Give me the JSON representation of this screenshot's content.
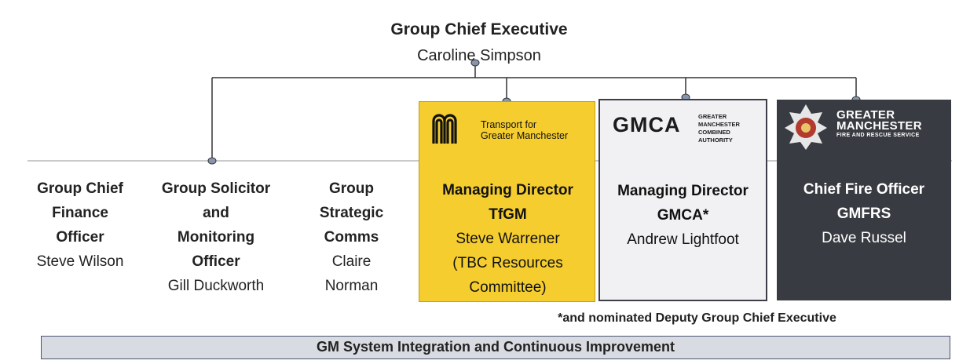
{
  "head": {
    "title": "Group Chief Executive",
    "name": "Caroline Simpson"
  },
  "columns": [
    {
      "title": [
        "Group Chief",
        "Finance",
        "Officer"
      ],
      "name": [
        "Steve Wilson"
      ]
    },
    {
      "title": [
        "Group Solicitor",
        "and",
        "Monitoring",
        "Officer"
      ],
      "name": [
        "Gill Duckworth"
      ]
    },
    {
      "title": [
        "Group",
        "Strategic",
        "Comms"
      ],
      "name": [
        "Claire",
        "Norman"
      ]
    },
    {
      "title": [
        "Managing Director",
        "TfGM"
      ],
      "name": [
        "Steve Warrener",
        "(TBC Resources",
        "Committee)"
      ]
    },
    {
      "title": [
        "Managing Director",
        "GMCA*"
      ],
      "name": [
        "Andrew Lightfoot"
      ]
    },
    {
      "title": [
        "Chief Fire Officer",
        "GMFRS"
      ],
      "name": [
        "Dave Russel"
      ]
    }
  ],
  "logos": {
    "tfgm": [
      "Transport for",
      "Greater Manchester"
    ],
    "gmca": {
      "mark": "GMCA",
      "sub": [
        "GREATER",
        "MANCHESTER",
        "COMBINED",
        "AUTHORITY"
      ]
    },
    "gmfrs": {
      "main": [
        "GREATER",
        "MANCHESTER"
      ],
      "sub": "FIRE AND RESCUE SERVICE"
    }
  },
  "footnote": "*and nominated Deputy Group Chief Executive",
  "banner": "GM System Integration and Continuous Improvement",
  "colors": {
    "tfgm_yellow": "#f5cd2f",
    "gmca_grey": "#f1f1f3",
    "gmfrs_dark": "#383b41",
    "banner_fill": "#d8dbe2",
    "connector": "#333333"
  }
}
